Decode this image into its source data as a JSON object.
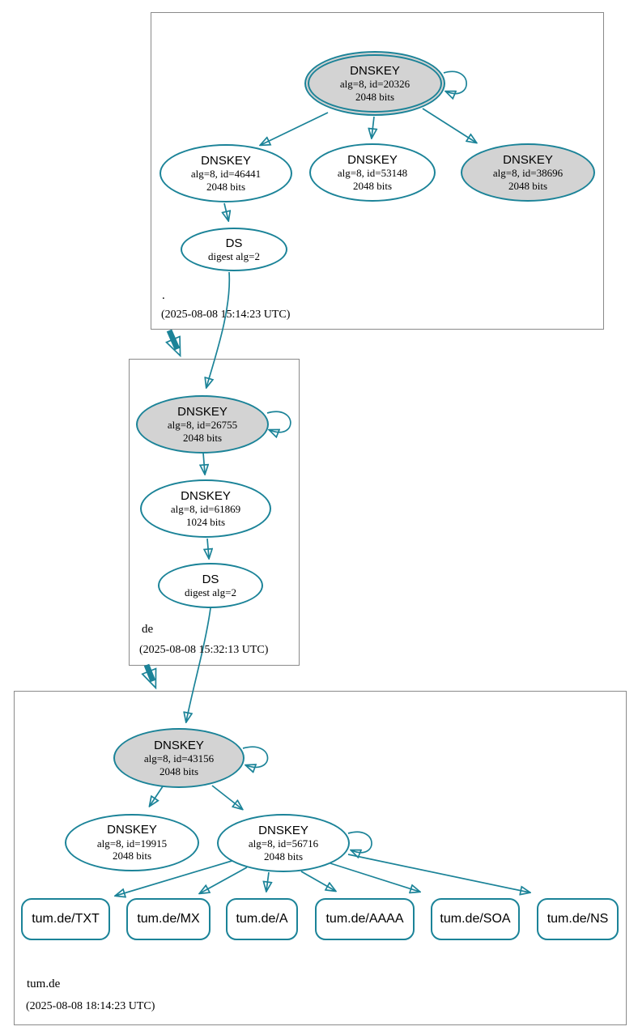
{
  "colors": {
    "edge": "#1b8398",
    "ksk-fill": "#d3d3d3",
    "box-border": "#8a8a8a",
    "text": "#000000"
  },
  "zones": [
    {
      "label": ".",
      "timestamp": "(2025-08-08 15:14:23 UTC)",
      "nodes": {
        "ksk": {
          "title": "DNSKEY",
          "alg": "alg=8, id=20326",
          "bits": "2048 bits"
        },
        "key1": {
          "title": "DNSKEY",
          "alg": "alg=8, id=46441",
          "bits": "2048 bits"
        },
        "key2": {
          "title": "DNSKEY",
          "alg": "alg=8, id=53148",
          "bits": "2048 bits"
        },
        "key3": {
          "title": "DNSKEY",
          "alg": "alg=8, id=38696",
          "bits": "2048 bits"
        },
        "ds": {
          "title": "DS",
          "digest": "digest alg=2"
        }
      }
    },
    {
      "label": "de",
      "timestamp": "(2025-08-08 15:32:13 UTC)",
      "nodes": {
        "ksk": {
          "title": "DNSKEY",
          "alg": "alg=8, id=26755",
          "bits": "2048 bits"
        },
        "zsk": {
          "title": "DNSKEY",
          "alg": "alg=8, id=61869",
          "bits": "1024 bits"
        },
        "ds": {
          "title": "DS",
          "digest": "digest alg=2"
        }
      }
    },
    {
      "label": "tum.de",
      "timestamp": "(2025-08-08 18:14:23 UTC)",
      "nodes": {
        "ksk": {
          "title": "DNSKEY",
          "alg": "alg=8, id=43156",
          "bits": "2048 bits"
        },
        "key1": {
          "title": "DNSKEY",
          "alg": "alg=8, id=19915",
          "bits": "2048 bits"
        },
        "zsk": {
          "title": "DNSKEY",
          "alg": "alg=8, id=56716",
          "bits": "2048 bits"
        }
      },
      "rrsets": [
        "tum.de/TXT",
        "tum.de/MX",
        "tum.de/A",
        "tum.de/AAAA",
        "tum.de/SOA",
        "tum.de/NS"
      ]
    }
  ]
}
